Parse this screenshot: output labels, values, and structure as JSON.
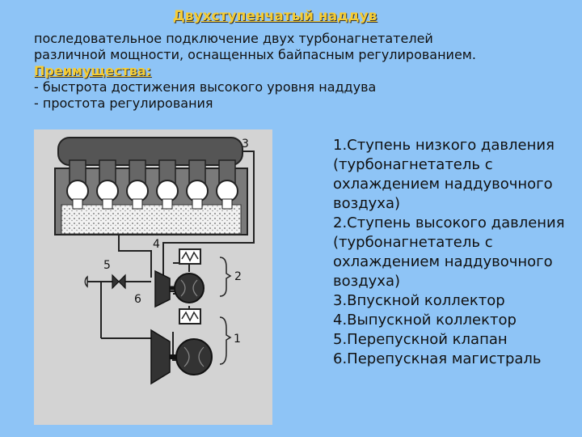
{
  "slide": {
    "title": "Двухступенчатый наддув",
    "intro_lines": [
      "последовательное подключение двух турбонагнетателей",
      "различной мощности, оснащенных байпасным регулированием."
    ],
    "advantages_heading": "Преимущества:",
    "advantages": [
      "- быстрота достижения высокого уровня наддува",
      "- простота регулирования"
    ]
  },
  "diagram": {
    "labels": {
      "one": "1",
      "two": "2",
      "three": "3",
      "four": "4",
      "five": "5",
      "six": "6"
    }
  },
  "legend": {
    "items": [
      "1.Ступень низкого давления (турбонагнетатель с охлаждением наддувочного воздуха)",
      "2.Ступень высокого давления (турбонагнетатель с охлаждением наддувочного воздуха)",
      "3.Впускной коллектор",
      "4.Выпускной коллектор",
      "5.Перепускной клапан",
      "6.Перепускная магистраль"
    ]
  }
}
